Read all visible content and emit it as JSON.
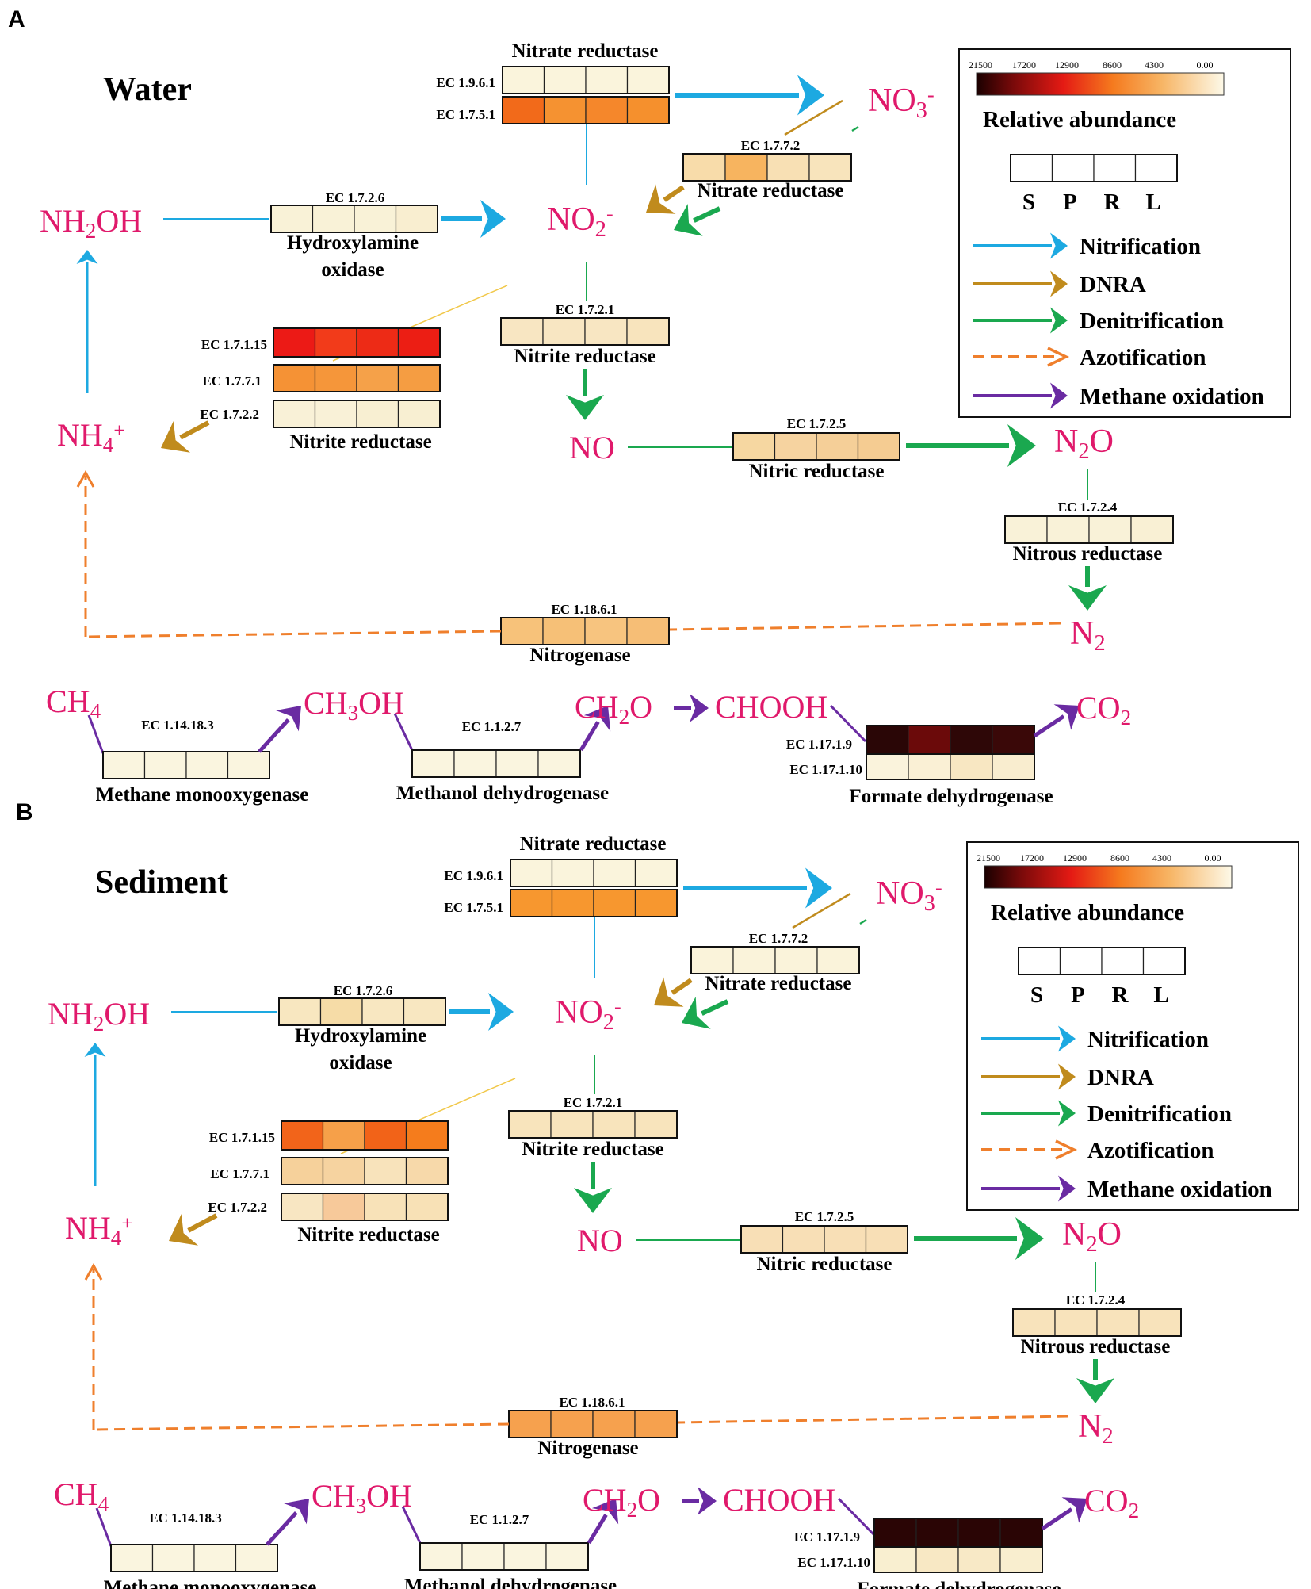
{
  "panels": [
    {
      "letter": "A",
      "title": "Water",
      "heat": {
        "nr_top": [
          "#faf4dc",
          "#faf4dc",
          "#faf4dc",
          "#faf4dc"
        ],
        "nr_bot": [
          "#f26a1a",
          "#f59231",
          "#f5872b",
          "#f5902d"
        ],
        "nar77": [
          "#f8dcaa",
          "#f7b45f",
          "#f8e0b4",
          "#f8e4bc"
        ],
        "hao": [
          "#f9f2d7",
          "#f9f2d7",
          "#f9f2d7",
          "#f9eed0"
        ],
        "nir7115": [
          "#ec1a16",
          "#f23b1a",
          "#ed2b16",
          "#ec1e14"
        ],
        "nir771": [
          "#f59235",
          "#f5963a",
          "#f5a149",
          "#f59d42"
        ],
        "nir722": [
          "#f9f1d7",
          "#f9f1d7",
          "#f8efd2",
          "#f8efd2"
        ],
        "nir721": [
          "#f8e6c2",
          "#f8e6c2",
          "#f8e6c2",
          "#f8e4bd"
        ],
        "nor": [
          "#f6d7a1",
          "#f6d3a0",
          "#f5cf98",
          "#f5cc92"
        ],
        "nos": [
          "#f9f2d8",
          "#f9f2d8",
          "#f9f2d8",
          "#f9f0d4"
        ],
        "nif": [
          "#f7c27a",
          "#f6c077",
          "#f7c47f",
          "#f6be76"
        ],
        "mmo": [
          "#faf5df",
          "#faf5df",
          "#faf5df",
          "#faf5df"
        ],
        "mdh": [
          "#faf5df",
          "#faf5df",
          "#faf5df",
          "#faf5df"
        ],
        "fdh9": [
          "#2a0606",
          "#6b0a0a",
          "#2e0707",
          "#3a0808"
        ],
        "fdh10": [
          "#faf3dc",
          "#faf0d5",
          "#f8e7c2",
          "#f9edcf"
        ]
      }
    },
    {
      "letter": "B",
      "title": "Sediment",
      "heat": {
        "nr_top": [
          "#faf4dc",
          "#faf4dc",
          "#faf4dc",
          "#faf4dc"
        ],
        "nr_bot": [
          "#f7972f",
          "#f7972f",
          "#f7972f",
          "#f7972f"
        ],
        "nar77": [
          "#faf3da",
          "#faf3da",
          "#faf3da",
          "#faf3da"
        ],
        "hao": [
          "#f8e7c0",
          "#f6dca7",
          "#f8e7c1",
          "#f8e7c1"
        ],
        "nir7115": [
          "#f2641a",
          "#f6a049",
          "#f26318",
          "#f57c1c"
        ],
        "nir771": [
          "#f6d19b",
          "#f6d3a0",
          "#f8e3bb",
          "#f7d9aa"
        ],
        "nir722": [
          "#f8e6c2",
          "#f7c99a",
          "#f8e2b8",
          "#f8e1b6"
        ],
        "nir721": [
          "#f8e4bc",
          "#f8e4bc",
          "#f8e4bc",
          "#f8e4bc"
        ],
        "nor": [
          "#f8dfb6",
          "#f8dfb6",
          "#f8dfb6",
          "#f8dfb6"
        ],
        "nos": [
          "#f8e3bb",
          "#f8e3bb",
          "#f8e3bb",
          "#f8e3bb"
        ],
        "nif": [
          "#f6a14e",
          "#f6a14e",
          "#f6a14e",
          "#f6a14e"
        ],
        "mmo": [
          "#faf5df",
          "#faf5df",
          "#faf5df",
          "#faf5df"
        ],
        "mdh": [
          "#faf5df",
          "#faf5df",
          "#faf5df",
          "#faf5df"
        ],
        "fdh9": [
          "#2a0505",
          "#2a0505",
          "#2a0505",
          "#2a0505"
        ],
        "fdh10": [
          "#f9efd0",
          "#f8e8c4",
          "#f8e9c6",
          "#f9eecf"
        ]
      }
    }
  ],
  "text": {
    "ec_1961": "EC 1.9.6.1",
    "ec_1751": "EC 1.7.5.1",
    "ec_1772": "EC 1.7.7.2",
    "ec_1726": "EC 1.7.2.6",
    "ec_17115": "EC 1.7.1.15",
    "ec_1771": "EC 1.7.7.1",
    "ec_1722": "EC 1.7.2.2",
    "ec_1721": "EC 1.7.2.1",
    "ec_1725": "EC 1.7.2.5",
    "ec_1724": "EC 1.7.2.4",
    "ec_18161": "EC 1.18.6.1",
    "ec_114183": "EC 1.14.18.3",
    "ec_1127": "EC 1.1.2.7",
    "ec_11719": "EC 1.17.1.9",
    "ec_117110": "EC 1.17.1.10",
    "nitrate_reductase": "Nitrate reductase",
    "hydroxylamine_1": "Hydroxylamine",
    "hydroxylamine_2": "oxidase",
    "nitrite_reductase": "Nitrite reductase",
    "nitric_reductase": "Nitric reductase",
    "nitrous_reductase": "Nitrous reductase",
    "nitrogenase": "Nitrogenase",
    "mmo": "Methane monooxygenase",
    "mdh": "Methanol dehydrogenase",
    "fdh": "Formate dehydrogenase",
    "no": "NO",
    "chooh": "CHOOH"
  },
  "legend": {
    "ticks": [
      "21500",
      "17200",
      "12900",
      "8600",
      "4300",
      "0.00"
    ],
    "title": "Relative abundance",
    "samples": [
      "S",
      "P",
      "R",
      "L"
    ],
    "items": [
      {
        "label": "Nitrification",
        "color": "#1da9e1",
        "dashed": false
      },
      {
        "label": "DNRA",
        "color": "#c08b1d",
        "dashed": false
      },
      {
        "label": "Denitrification",
        "color": "#1aa84f",
        "dashed": false
      },
      {
        "label": "Azotification",
        "color": "#ef7f2c",
        "dashed": true
      },
      {
        "label": "Methane oxidation",
        "color": "#6a2ba2",
        "dashed": false
      }
    ]
  },
  "colors": {
    "chem": "#e0196b",
    "nitrification": "#1da9e1",
    "dnra": "#c08b1d",
    "denitrification": "#1aa84f",
    "azotification": "#ef7f2c",
    "methane": "#6a2ba2"
  }
}
